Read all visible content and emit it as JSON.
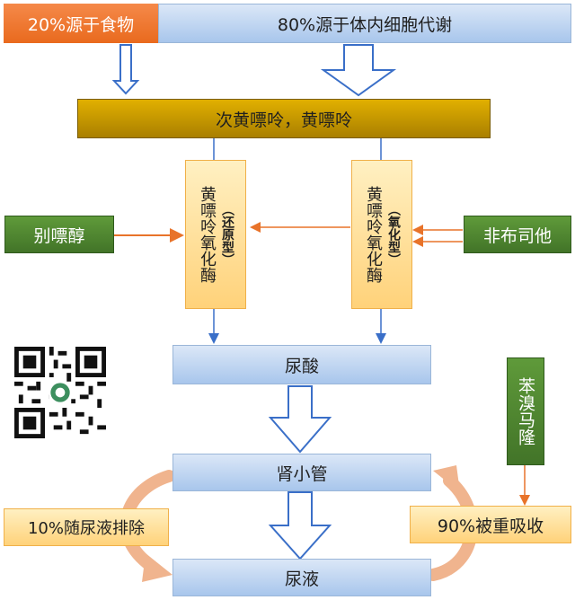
{
  "top": {
    "food_source": "20%源于食物",
    "cell_source": "80%源于体内细胞代谢"
  },
  "purine_box": "次黄嘌呤，黄嘌呤",
  "enzyme_left": {
    "main": "黄嘌呤氧化酶",
    "type": "（还原型）"
  },
  "enzyme_right": {
    "main": "黄嘌呤氧化酶",
    "type": "（氧化型）"
  },
  "inhibitor_left": "别嘌醇",
  "inhibitor_right": "非布司他",
  "uric_acid": "尿酸",
  "kidney_tubule": "肾小管",
  "urine": "尿液",
  "excretion": "10%随尿液排除",
  "reabsorption": "90%被重吸收",
  "benzbromarone": "苯溴马隆",
  "colors": {
    "orange": "#e96a1e",
    "blue": "#a8c6ec",
    "gold": "#c49400",
    "green": "#4a7f2e",
    "pale_orange": "#ffd27a",
    "arrow_blue": "#3a6fc8",
    "arrow_orange": "#e8732a"
  },
  "icons": {
    "qr": "qr-code-icon"
  }
}
